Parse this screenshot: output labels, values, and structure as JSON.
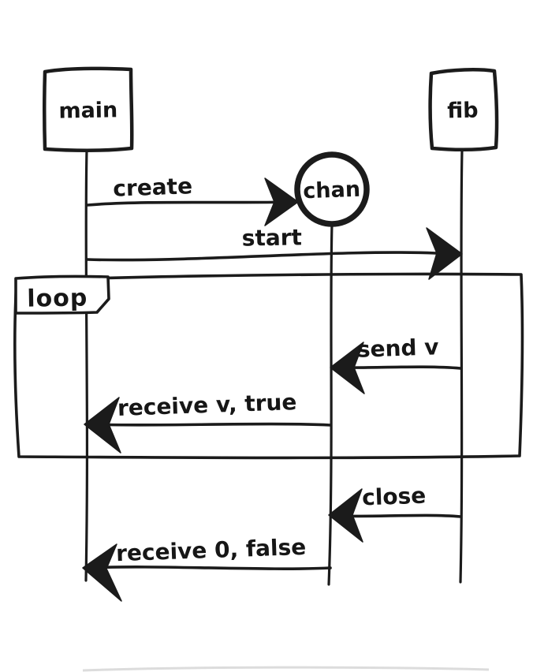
{
  "diagram": {
    "kind": "hand-drawn sequence diagram",
    "background": "#ffffff",
    "ink_color": "#1b1b1b",
    "actors": [
      {
        "id": "main",
        "label": "main",
        "shape": "rect"
      },
      {
        "id": "chan",
        "label": "chan",
        "shape": "circle"
      },
      {
        "id": "fib",
        "label": "fib",
        "shape": "rect"
      }
    ],
    "messages": [
      {
        "label": "create",
        "from": "main",
        "to": "chan"
      },
      {
        "label": "start",
        "from": "main",
        "to": "fib"
      },
      {
        "label": "send v",
        "from": "fib",
        "to": "chan"
      },
      {
        "label": "receive v, true",
        "from": "chan",
        "to": "main"
      },
      {
        "label": "close",
        "from": "fib",
        "to": "chan"
      },
      {
        "label": "receive 0, false",
        "from": "chan",
        "to": "main"
      }
    ],
    "fragment": {
      "label": "loop",
      "contains": [
        "send v",
        "receive v, true"
      ]
    }
  }
}
